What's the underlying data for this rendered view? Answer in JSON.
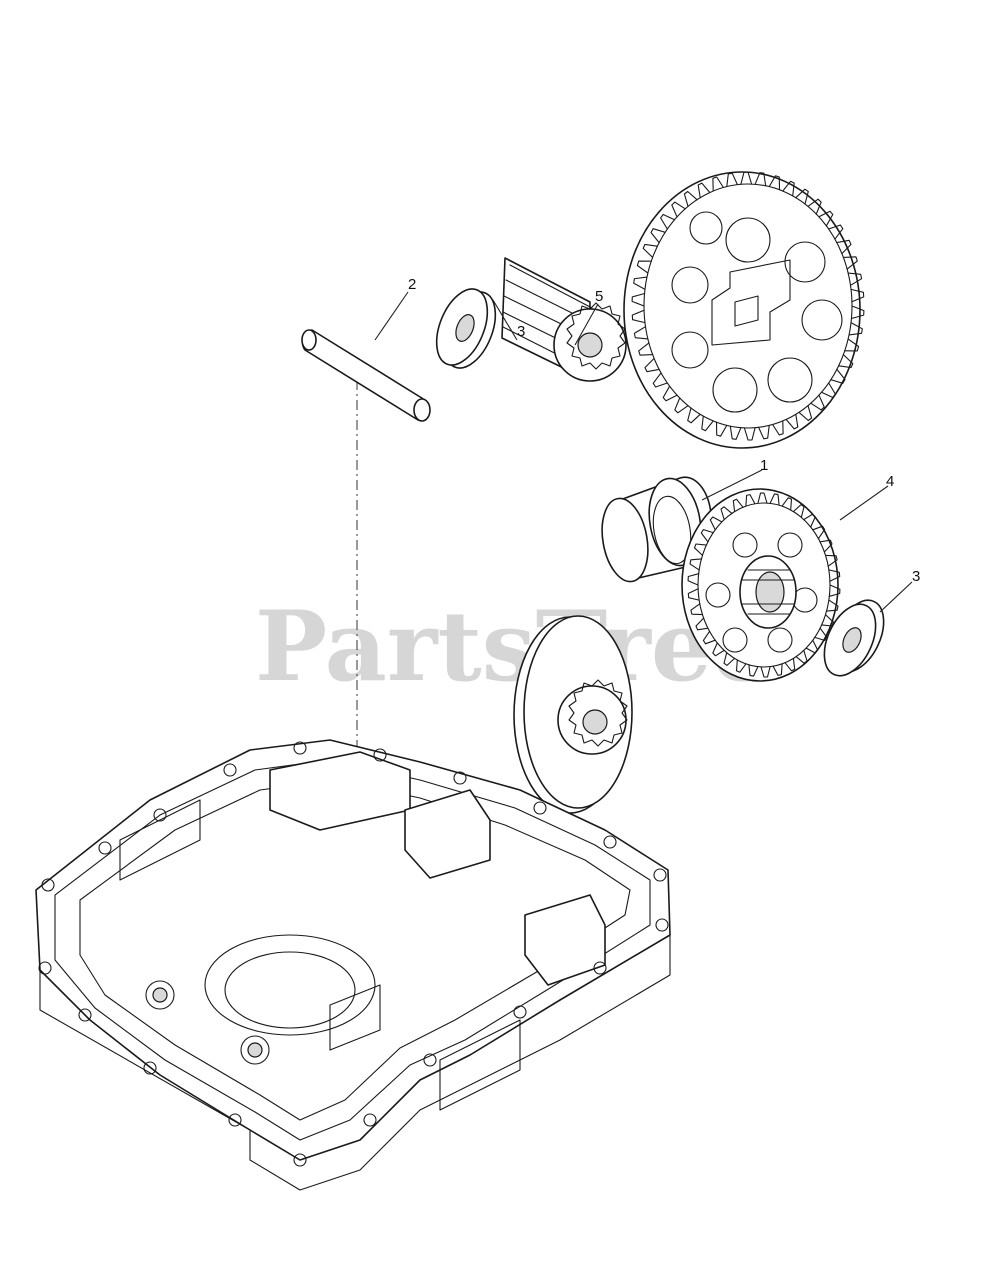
{
  "watermark": "PartsTree",
  "callouts": [
    {
      "id": "pin",
      "label": "2"
    },
    {
      "id": "washer-left",
      "label": "3"
    },
    {
      "id": "pinion",
      "label": "5"
    },
    {
      "id": "bushing",
      "label": "1"
    },
    {
      "id": "reduction-gear",
      "label": "4"
    },
    {
      "id": "washer-right",
      "label": "3"
    }
  ],
  "colors": {
    "line": "#1a1a1a",
    "watermark": "#c8c8c8",
    "background": "#ffffff"
  }
}
